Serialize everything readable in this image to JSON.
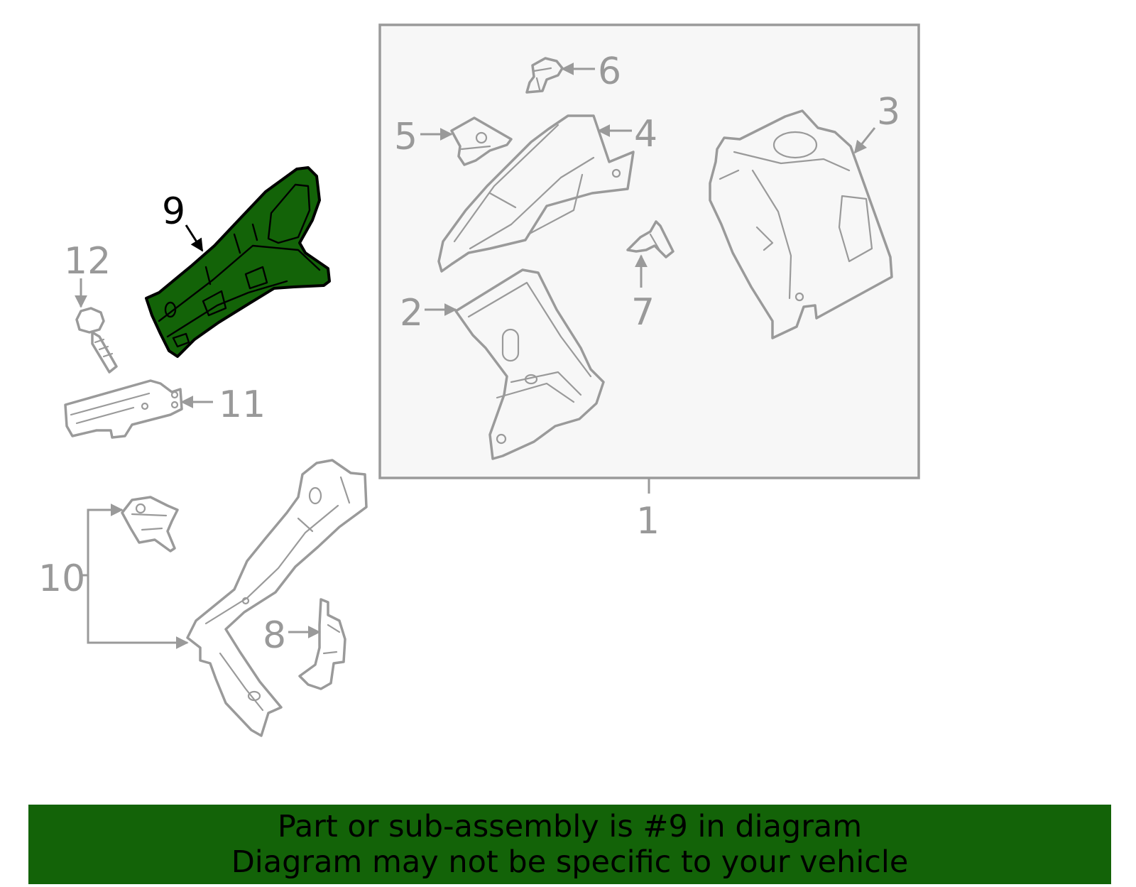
{
  "callouts": {
    "c1": "1",
    "c2": "2",
    "c3": "3",
    "c4": "4",
    "c5": "5",
    "c6": "6",
    "c7": "7",
    "c8": "8",
    "c9": "9",
    "c10": "10",
    "c11": "11",
    "c12": "12"
  },
  "highlighted_part": "9",
  "colors": {
    "highlight_fill": "#136308",
    "line_gray": "#9a9a9a",
    "box_fill": "#f7f7f7",
    "banner_bg": "#136308"
  },
  "banner": {
    "line1": "Part or sub-assembly is #9 in diagram",
    "line2": "Diagram may not be specific to your vehicle"
  }
}
